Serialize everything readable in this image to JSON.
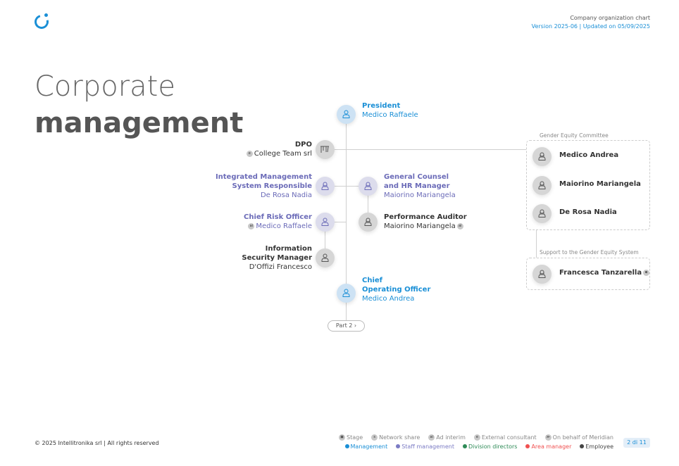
{
  "header": {
    "subtitle": "Company organization chart",
    "version": "Version 2025-06 | Updated on 05/09/2025"
  },
  "title": {
    "line1": "Corporate",
    "line2": "management"
  },
  "nodes": [
    {
      "id": "president",
      "role": "President",
      "name": "Medico Raffaele",
      "color": "blue",
      "icon": "person-icon"
    },
    {
      "id": "dpo",
      "role": "DPO",
      "name": "College Team srl",
      "badge": "e",
      "color": "grey",
      "icon": "building-icon"
    },
    {
      "id": "ims",
      "role": "Integrated Management System Responsible",
      "role_lines": [
        "Integrated Management",
        "System Responsible"
      ],
      "name": "De Rosa Nadia",
      "color": "purple",
      "icon": "person-female-icon"
    },
    {
      "id": "gc",
      "role_lines": [
        "General Counsel",
        "and HR Manager"
      ],
      "name": "Maiorino Mariangela",
      "color": "purple",
      "icon": "person-female-icon"
    },
    {
      "id": "cro",
      "role_lines": [
        "Chief Risk Officer"
      ],
      "name": "Medico Raffaele",
      "badge": "ai",
      "color": "purple",
      "icon": "person-icon"
    },
    {
      "id": "pa",
      "role_lines": [
        "Performance Auditor"
      ],
      "name": "Maiorino Mariangela",
      "badge_after": "ai",
      "color": "grey",
      "icon": "person-female-icon"
    },
    {
      "id": "ism",
      "role_lines": [
        "Information",
        "Security Manager"
      ],
      "name": "D'Offizi Francesco",
      "color": "grey",
      "icon": "person-icon"
    },
    {
      "id": "coo",
      "role_lines": [
        "Chief",
        "Operating Officer"
      ],
      "name": "Medico Andrea",
      "color": "blue",
      "icon": "person-icon"
    }
  ],
  "committee": {
    "label": "Gender Equity Committee",
    "members": [
      "Medico Andrea",
      "Maiorino Mariangela",
      "De Rosa Nadia"
    ]
  },
  "support": {
    "label": "Support to the Gender Equity System",
    "members": [
      "Francesca Tanzarella"
    ],
    "badge": "e"
  },
  "part_button": "Part 2 ›",
  "footer": {
    "copyright": "© 2025 Intellitronika srl | All rights reserved",
    "page": "2 di 11"
  },
  "legend": {
    "symbols": [
      {
        "badge": "▣",
        "label": "Stage"
      },
      {
        "badge": "s",
        "label": "Network share"
      },
      {
        "badge": "ai",
        "label": "Ad interim"
      },
      {
        "badge": "e",
        "label": "External consultant"
      },
      {
        "badge": "≫",
        "label": "On behalf of Meridian"
      }
    ],
    "colors": [
      {
        "label": "Management",
        "color": "#1a8fd6"
      },
      {
        "label": "Staff management",
        "color": "#7b7bc4"
      },
      {
        "label": "Division directors",
        "color": "#2e8b57"
      },
      {
        "label": "Area manager",
        "color": "#f05050"
      },
      {
        "label": "Employee",
        "color": "#444444"
      }
    ]
  }
}
